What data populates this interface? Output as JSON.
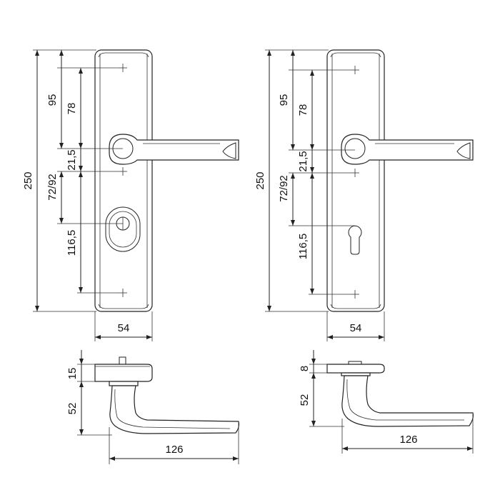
{
  "colors": {
    "line": "#222222",
    "background": "#ffffff"
  },
  "left_drawing": {
    "total_height": "250",
    "upper_distance": "95",
    "upper_spacing": "78",
    "lever_offset": "21,5",
    "center_distance": "72/92",
    "lower_spacing": "116,5",
    "plate_width": "54",
    "side_thickness": "15",
    "side_depth": "52",
    "lever_length": "126"
  },
  "right_drawing": {
    "total_height": "250",
    "upper_distance": "95",
    "upper_spacing": "78",
    "lever_offset": "21,5",
    "center_distance": "72/92",
    "lower_spacing": "116,5",
    "plate_width": "54",
    "side_thickness": "8",
    "side_depth": "52",
    "lever_length": "126"
  }
}
